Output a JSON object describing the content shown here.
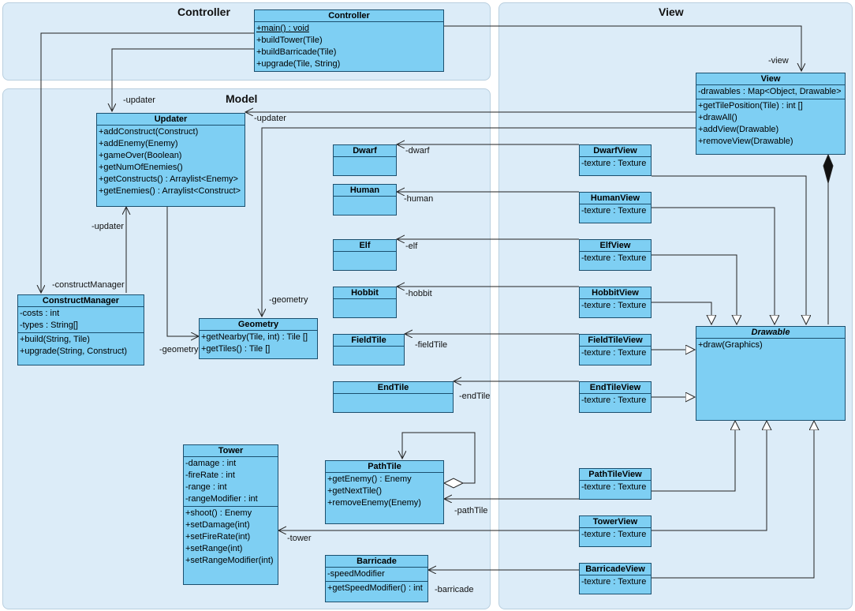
{
  "packages": {
    "controller": "Controller",
    "view": "View",
    "model": "Model"
  },
  "classes": {
    "controller": {
      "name": "Controller",
      "methods": [
        "+main() : void",
        "+buildTower(Tile)",
        "+buildBarricade(Tile)",
        "+upgrade(Tile, String)"
      ]
    },
    "view": {
      "name": "View",
      "attributes": [
        "-drawables : Map<Object, Drawable>"
      ],
      "methods": [
        "+getTilePosition(Tile) : int []",
        "+drawAll()",
        "+addView(Drawable)",
        "+removeView(Drawable)"
      ]
    },
    "updater": {
      "name": "Updater",
      "methods": [
        "+addConstruct(Construct)",
        "+addEnemy(Enemy)",
        "+gameOver(Boolean)",
        "+getNumOfEnemies()",
        "+getConstructs() : Arraylist<Enemy>",
        "+getEnemies() : Arraylist<Construct>"
      ]
    },
    "constructManager": {
      "name": "ConstructManager",
      "attributes": [
        "-costs : int",
        "-types : String[]"
      ],
      "methods": [
        "+build(String, Tile)",
        "+upgrade(String, Construct)"
      ]
    },
    "geometry": {
      "name": "Geometry",
      "methods": [
        "+getNearby(Tile, int) : Tile []",
        "+getTiles() : Tile []"
      ]
    },
    "dwarf": {
      "name": "Dwarf"
    },
    "human": {
      "name": "Human"
    },
    "elf": {
      "name": "Elf"
    },
    "hobbit": {
      "name": "Hobbit"
    },
    "fieldTile": {
      "name": "FieldTile"
    },
    "endTile": {
      "name": "EndTile"
    },
    "pathTile": {
      "name": "PathTile",
      "methods": [
        "+getEnemy() : Enemy",
        "+getNextTile()",
        "+removeEnemy(Enemy)"
      ]
    },
    "tower": {
      "name": "Tower",
      "attributes": [
        "-damage : int",
        "-fireRate : int",
        "-range : int",
        "-rangeModifier : int"
      ],
      "methods": [
        "+shoot() : Enemy",
        "+setDamage(int)",
        "+setFireRate(int)",
        "+setRange(int)",
        "+setRangeModifier(int)"
      ]
    },
    "barricade": {
      "name": "Barricade",
      "attributes": [
        "-speedModifier"
      ],
      "methods": [
        "+getSpeedModifier() : int"
      ]
    },
    "dwarfView": {
      "name": "DwarfView",
      "attributes": [
        "-texture : Texture"
      ]
    },
    "humanView": {
      "name": "HumanView",
      "attributes": [
        "-texture : Texture"
      ]
    },
    "elfView": {
      "name": "ElfView",
      "attributes": [
        "-texture : Texture"
      ]
    },
    "hobbitView": {
      "name": "HobbitView",
      "attributes": [
        "-texture : Texture"
      ]
    },
    "fieldTileView": {
      "name": "FieldTileView",
      "attributes": [
        "-texture : Texture"
      ]
    },
    "endTileView": {
      "name": "EndTileView",
      "attributes": [
        "-texture : Texture"
      ]
    },
    "pathTileView": {
      "name": "PathTileView",
      "attributes": [
        "-texture : Texture"
      ]
    },
    "towerView": {
      "name": "TowerView",
      "attributes": [
        "-texture : Texture"
      ]
    },
    "barricadeView": {
      "name": "BarricadeView",
      "attributes": [
        "-texture : Texture"
      ]
    },
    "drawable": {
      "name": "Drawable",
      "methods": [
        "+draw(Graphics)"
      ]
    }
  },
  "roles": {
    "view": "-view",
    "updater_top": "-updater",
    "updater_right": "-updater",
    "updater_cm": "-updater",
    "constructManager": "-constructManager",
    "geometry_top": "-geometry",
    "geometry_left": "-geometry",
    "dwarf": "-dwarf",
    "human": "-human",
    "elf": "-elf",
    "hobbit": "-hobbit",
    "fieldTile": "-fieldTile",
    "endTile": "-endTile",
    "pathTile": "-pathTile",
    "tower": "-tower",
    "barricade": "-barricade"
  }
}
